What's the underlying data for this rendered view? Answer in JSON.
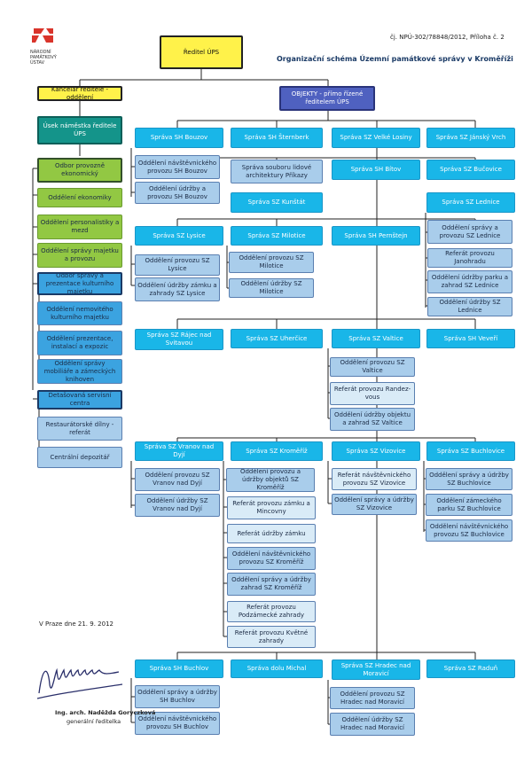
{
  "header": {
    "ref": "čj. NPÚ-302/78848/2012, Příloha č. 2",
    "title": "Organizační schéma Územní památkové správy v Kroměříži"
  },
  "logo": {
    "lines": [
      "NÁRODNÍ",
      "PAMÁTKOVÝ",
      "ÚSTAV"
    ]
  },
  "top": {
    "director": "Ředitel ÚPS",
    "office": "Kancelář ředitele - oddělení",
    "objects": "OBJEKTY - přímo řízené ředitelem ÚPS"
  },
  "deputy": {
    "title": "Úsek náměstka ředitele ÚPS",
    "econ_dept": "Odbor provozně ekonomický",
    "econ_units": [
      "Oddělení ekonomiky",
      "Oddělení personalistiky a mezd",
      "Oddělení správy majetku a provozu"
    ],
    "pres_dept": "Odbor správy a prezentace kulturního majetku",
    "pres_units": [
      "Oddělení nemovitého kulturního majetku",
      "Oddělení prezentace, instalací a expozic",
      "Oddělení správy mobiliáře a zámeckých knihoven"
    ],
    "service": "Detašovaná servisní centra",
    "service_units": [
      "Restaurátorské dílny - referát",
      "Centrální depozitář"
    ]
  },
  "objects": {
    "bouzov": {
      "name": "Správa SH Bouzov",
      "units": [
        "Oddělení návštěvnického provozu SH Bouzov",
        "Oddělení údržby a provozu SH Bouzov"
      ]
    },
    "sternberk": {
      "name": "Správa SH Šternberk"
    },
    "losiny": {
      "name": "Správa SZ Velké Losiny"
    },
    "jansky": {
      "name": "Správa SZ Jánský Vrch"
    },
    "pribory": {
      "name": "Správa souboru lidové architektury Příkazy"
    },
    "bitov": {
      "name": "Správa SH Bítov"
    },
    "bucovice": {
      "name": "Správa SZ Bučovice"
    },
    "kunstat": {
      "name": "Správa SZ Kunštát"
    },
    "lednice": {
      "name": "Správa SZ Lednice",
      "units": [
        "Oddělení správy a provozu SZ Lednice",
        "Referát provozu Janohradu",
        "Oddělení údržby parku a zahrad SZ Lednice",
        "Oddělení údržby SZ Lednice"
      ]
    },
    "lysice": {
      "name": "Správa SZ Lysice",
      "units": [
        "Oddělení provozu SZ Lysice",
        "Oddělení údržby zámku a zahrady SZ Lysice"
      ]
    },
    "milotice": {
      "name": "Správa SZ Milotice",
      "units": [
        "Oddělení provozu SZ Milotice",
        "Oddělení údržby SZ Milotice"
      ]
    },
    "pernstejn": {
      "name": "Správa SH Pernštejn"
    },
    "rajec": {
      "name": "Správa SZ Rájec nad Svitavou"
    },
    "uhercice": {
      "name": "Správa SZ Uherčice"
    },
    "valtice": {
      "name": "Správa SZ Valtice",
      "units": [
        "Oddělení provozu SZ Valtice",
        "Referát provozu Randez-vous",
        "Oddělení údržby objektu a zahrad SZ Valtice"
      ]
    },
    "veveri": {
      "name": "Správa SH Veveří"
    },
    "vranov": {
      "name": "Správa SZ Vranov nad Dyjí",
      "units": [
        "Oddělení provozu SZ Vranov nad Dyjí",
        "Oddělení údržby SZ Vranov nad Dyjí"
      ]
    },
    "kromeriz": {
      "name": "Správa SZ Kroměříž",
      "units": [
        "Oddělení provozu a údržby objektů SZ Kroměříž",
        "Referát provozu zámku a Mincovny",
        "Referát údržby zámku",
        "Oddělení návštěvnického provozu SZ Kroměříž",
        "Oddělení správy a údržby zahrad SZ Kroměříž",
        "Referát provozu Podzámecké zahrady",
        "Referát provozu Květné zahrady"
      ]
    },
    "vizovice": {
      "name": "Správa SZ Vizovice",
      "units": [
        "Referát návštěvnického provozu SZ Vizovice",
        "Oddělení správy a údržby SZ Vizovice"
      ]
    },
    "buchlovice": {
      "name": "Správa SZ Buchlovice",
      "units": [
        "Oddělení správy a údržby SZ Buchlovice",
        "Oddělení zámeckého parku SZ Buchlovice",
        "Oddělení návštěvnického provozu SZ Buchlovice"
      ]
    },
    "buchlov": {
      "name": "Správa SH Buchlov",
      "units": [
        "Oddělení správy a údržby SH Buchlov",
        "Oddělení návštěvnického provozu SH Buchlov"
      ]
    },
    "michal": {
      "name": "Správa dolu Michal"
    },
    "hradec": {
      "name": "Správa SZ Hradec nad Moravicí",
      "units": [
        "Oddělení provozu SZ Hradec nad Moravicí",
        "Oddělení údržby SZ Hradec nad Moravicí"
      ]
    },
    "raduň": {
      "name": "Správa SZ Raduň"
    }
  },
  "footer": {
    "date": "V Praze dne 21. 9. 2012",
    "signer_name": "Ing. arch. Naděžda Goryczková",
    "signer_role": "generální ředitelka"
  }
}
